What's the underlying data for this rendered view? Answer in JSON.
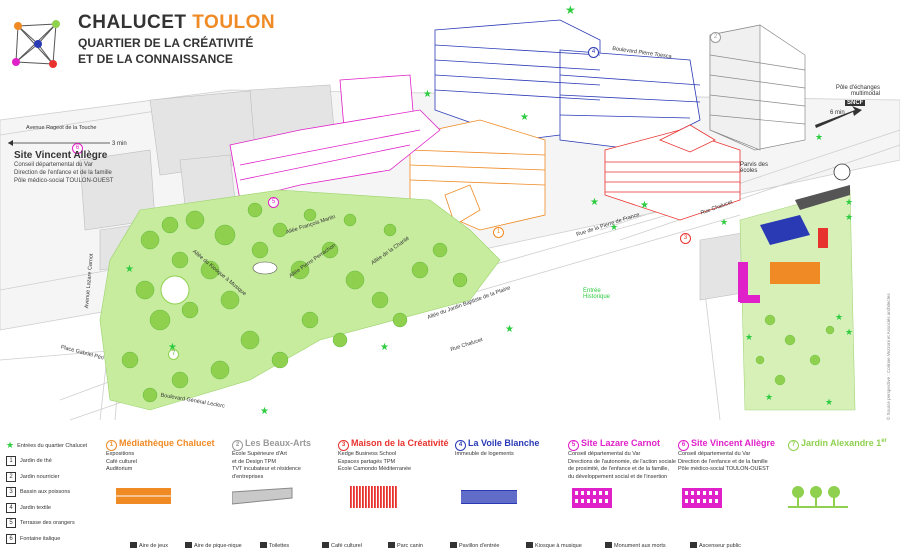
{
  "title": {
    "line1_a": "CHALUCET",
    "line1_b": "TOULON",
    "line2": "QUARTIER DE LA CRÉATIVITÉ",
    "line3": "ET DE LA CONNAISSANCE"
  },
  "colors": {
    "park": "#8fd14f",
    "park_dark": "#4fae2c",
    "orange": "#f08a24",
    "red": "#e8322e",
    "blue": "#2a3ab5",
    "magenta": "#e020c8",
    "grey": "#9a9a9a",
    "star": "#2ecc40"
  },
  "map_labels": {
    "avenue_rageot": "Avenue Rageot de la Touche",
    "walk_time_3": "3 min",
    "walk_time_6": "6 min",
    "vin_num": "6",
    "vin_title": "Site Vincent Allègre",
    "vin_l1": "Conseil départemental du Var",
    "vin_l2": "Direction de l'enfance et de la famille",
    "vin_l3": "Pôle médico-social TOULON-OUEST",
    "boulevard_tessé": "Boulevard Pierre Toesca",
    "pole": "Pôle d'échanges multimodal",
    "sncf": "SNCF",
    "parvis": "Parvis des écoles",
    "rue_chalucet_1": "Rue Chalucet",
    "rue_chalucet_2": "Rue Chalucet",
    "rue_pierre": "Rue de la Pierre de France",
    "allee_martin": "Allée François Martin",
    "allee_pierre": "Allée Pierre Perrachon",
    "allee_charite": "Allée de la Charité",
    "allee_baptiste": "Allée du Jardin Baptiste de la Plaine",
    "allee_kiosque": "Allée du Kiosque à Musique",
    "av_lazare": "Avenue Lazare Carnot",
    "place_peri": "Place Gabriel Péri",
    "bd_leclerc": "Boulevard Général Leclerc",
    "entree": "Entrée Historique"
  },
  "markers": {
    "m1": "1",
    "m2": "2",
    "m3": "3",
    "m4": "4",
    "m5": "5",
    "m6": "6",
    "m7": "7"
  },
  "legend_col1": [
    "Entrées du quartier Chalucet",
    "Jardin de thé",
    "Jardin nourricier",
    "Bassin aux poissons",
    "Jardin textile",
    "Terrasse des orangers",
    "Fontaine italique"
  ],
  "legend_col1_nums": [
    "",
    "1",
    "2",
    "3",
    "4",
    "5",
    "6"
  ],
  "sites": [
    {
      "num": "1",
      "title": "Médiathèque Chalucet",
      "lines": [
        "Expositions",
        "Café culturel",
        "Auditorium"
      ],
      "color": "#f08a24"
    },
    {
      "num": "2",
      "title": "Les Beaux-Arts",
      "lines": [
        "École Supérieure d'Art",
        "et de Design TPM",
        "TVT incubateur et résidence",
        "d'entreprises"
      ],
      "color": "#9a9a9a"
    },
    {
      "num": "3",
      "title": "Maison de la Créativité",
      "lines": [
        "Kedge Business School",
        "Espaces partagés TPM",
        "École Camondo Méditerranée"
      ],
      "color": "#e8322e"
    },
    {
      "num": "4",
      "title": "La Voile Blanche",
      "lines": [
        "Immeuble de logements"
      ],
      "color": "#2a3ab5"
    },
    {
      "num": "5",
      "title": "Site Lazare Carnot",
      "lines": [
        "Conseil départemental du Var",
        "Directions de l'autonomie, de l'action sociale",
        "de proximité, de l'enfance et de la famille,",
        "du développement social et de l'insertion"
      ],
      "color": "#e020c8"
    },
    {
      "num": "6",
      "title": "Site Vincent Allègre",
      "lines": [
        "Conseil départemental du Var",
        "Direction de l'enfance et de la famille",
        "Pôle médico-social TOULON-OUEST"
      ],
      "color": "#e020c8"
    },
    {
      "num": "7",
      "title": "Jardin Alexandre 1",
      "sup": "er",
      "lines": [],
      "color": "#8fd14f"
    }
  ],
  "icons_row": [
    "Aire de jeux",
    "Aire de pique-nique",
    "Toilettes",
    "Café culturel",
    "Parc canin",
    "Pavillon d'entrée",
    "Kiosque à musique",
    "Monument aux morts",
    "Ascenseur public"
  ],
  "credit": "© Source perspective : Corinne Vezzoni et Associés architectes"
}
